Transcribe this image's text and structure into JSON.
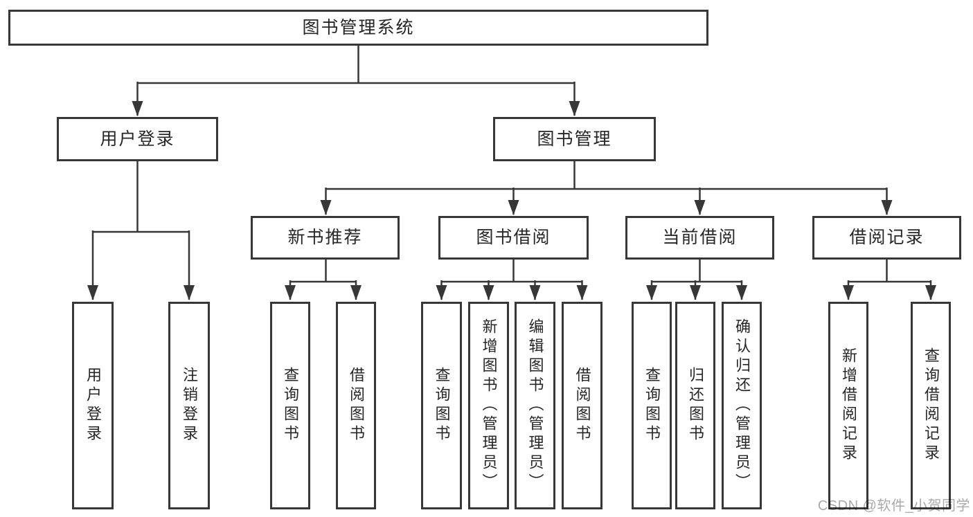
{
  "diagram_type": "hierarchy-tree",
  "colors": {
    "background": "#ffffff",
    "border": "#373737",
    "line": "#373737",
    "text": "#262626",
    "watermark": "#a9a9a9"
  },
  "nodes": {
    "root": {
      "label": "图书管理系统"
    },
    "user_login": {
      "label": "用户登录"
    },
    "book_management": {
      "label": "图书管理"
    },
    "new_book_recommend": {
      "label": "新书推荐"
    },
    "book_borrow": {
      "label": "图书借阅"
    },
    "current_borrow": {
      "label": "当前借阅"
    },
    "borrow_records": {
      "label": "借阅记录"
    },
    "leaf_user_login": {
      "label": "用户登录"
    },
    "leaf_logout": {
      "label": "注销登录"
    },
    "leaf_query_books_recommend": {
      "label": "查询图书"
    },
    "leaf_borrow_books_recommend": {
      "label": "借阅图书"
    },
    "leaf_query_books_borrow": {
      "label": "查询图书"
    },
    "leaf_add_books": {
      "label": "新增图书（管理员）"
    },
    "leaf_edit_books": {
      "label": "编辑图书（管理员）"
    },
    "leaf_borrow_books_borrow": {
      "label": "借阅图书"
    },
    "leaf_query_books_current": {
      "label": "查询图书"
    },
    "leaf_return_books": {
      "label": "归还图书"
    },
    "leaf_confirm_return": {
      "label": "确认归还（管理员）"
    },
    "leaf_add_borrow_record": {
      "label": "新增借阅记录"
    },
    "leaf_query_borrow_record": {
      "label": "查询借阅记录"
    }
  },
  "hierarchy": {
    "root": {
      "children": [
        "user_login",
        "book_management"
      ]
    },
    "user_login": {
      "children": [
        "leaf_user_login",
        "leaf_logout"
      ]
    },
    "book_management": {
      "children": [
        "new_book_recommend",
        "book_borrow",
        "current_borrow",
        "borrow_records"
      ]
    },
    "new_book_recommend": {
      "children": [
        "leaf_query_books_recommend",
        "leaf_borrow_books_recommend"
      ]
    },
    "book_borrow": {
      "children": [
        "leaf_query_books_borrow",
        "leaf_add_books",
        "leaf_edit_books",
        "leaf_borrow_books_borrow"
      ]
    },
    "current_borrow": {
      "children": [
        "leaf_query_books_current",
        "leaf_return_books",
        "leaf_confirm_return"
      ]
    },
    "borrow_records": {
      "children": [
        "leaf_add_borrow_record",
        "leaf_query_borrow_record"
      ]
    }
  },
  "watermark": {
    "text": "CSDN @软件_小贺同学"
  }
}
